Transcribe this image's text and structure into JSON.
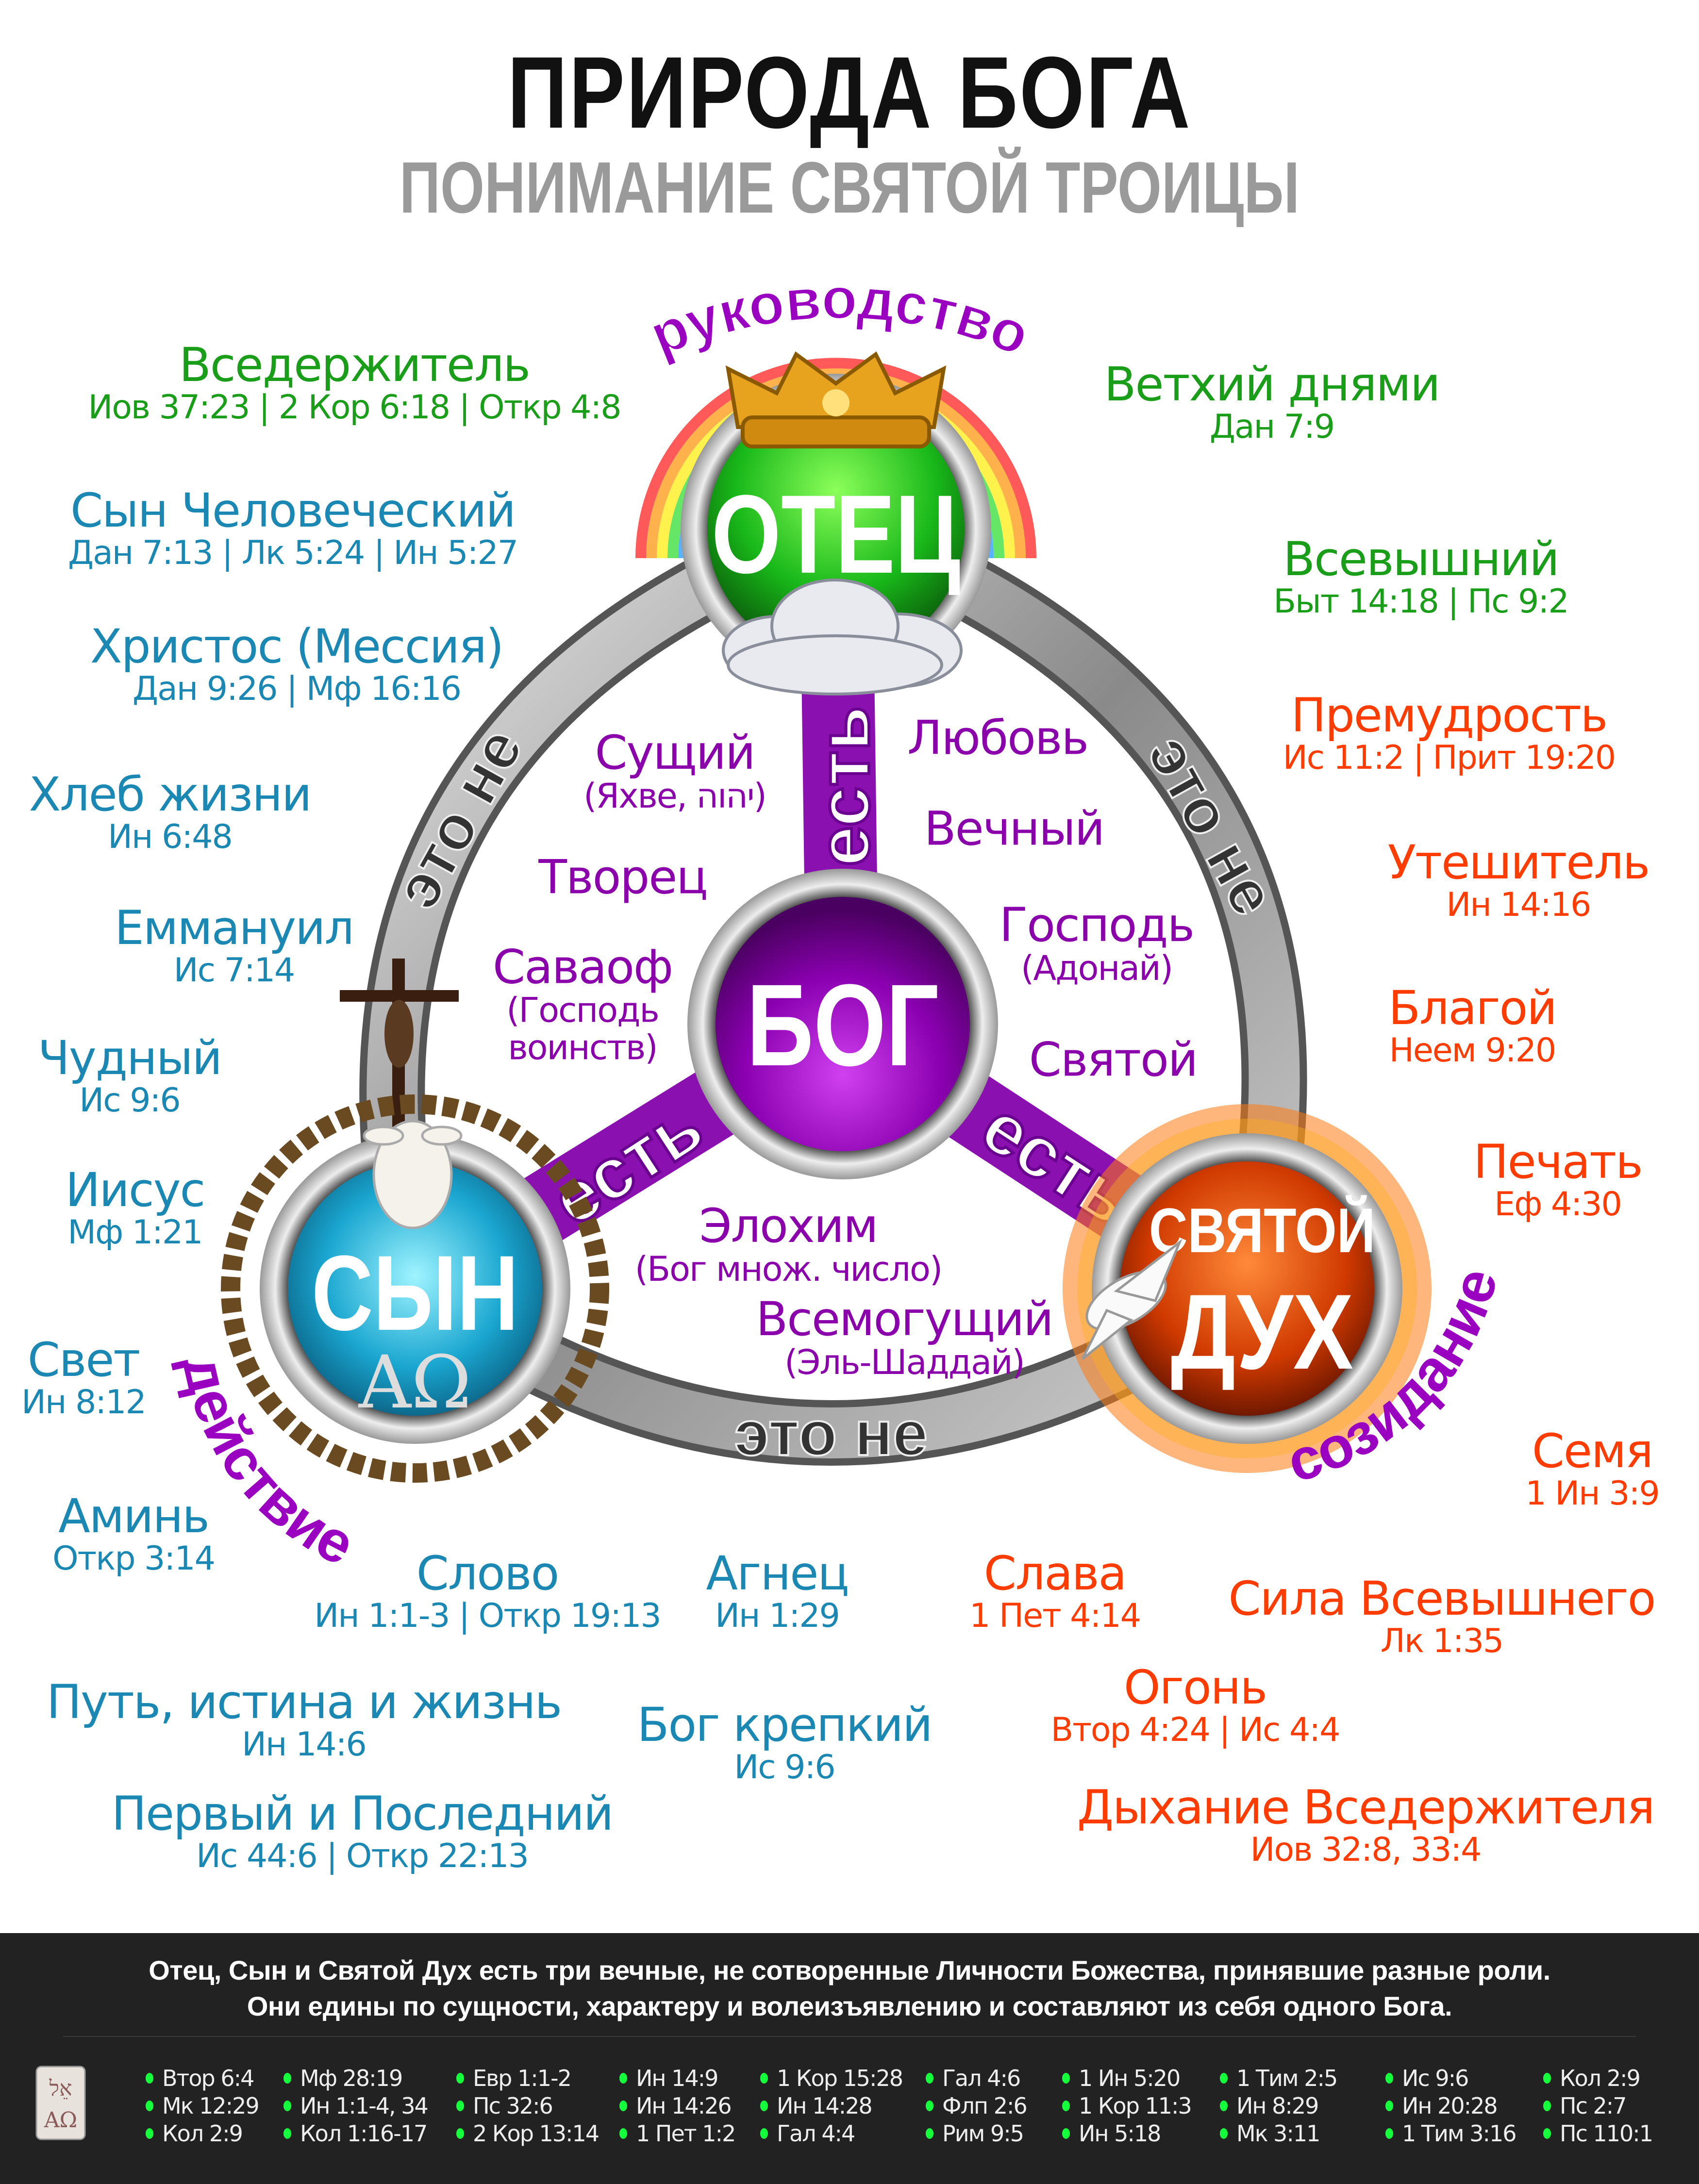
{
  "header": {
    "title": "ПРИРОДА  БОГА",
    "subtitle": "ПОНИМАНИЕ СВЯТОЙ ТРОИЦЫ"
  },
  "colors": {
    "father": "#1a9e1a",
    "son": "#1a88b2",
    "spirit": "#ff3c00",
    "god": "#8a00aa",
    "ring": "#9a9a9a",
    "footer_bg": "#222222",
    "bullet": "#14ff3c"
  },
  "diagram": {
    "father": "ОТЕЦ",
    "god": "БОГ",
    "son": "СЫН",
    "son_symbol": "ΑΩ",
    "spirit_line1": "СВЯТОЙ",
    "spirit_line2": "ДУХ",
    "is_label": "есть",
    "is_not_label": "это не",
    "role_father": "руководство",
    "role_son": "действие",
    "role_spirit": "созидание",
    "icons": [
      "rainbow-icon",
      "crown-icon",
      "cloud-icon",
      "crucifix-icon",
      "lamb-icon",
      "crown-of-thorns-icon",
      "dove-icon",
      "fire-icon"
    ]
  },
  "names": [
    {
      "group": "father",
      "title": "Вседержитель",
      "ref": "Иов 37:23 | 2 Кор 6:18 | Откр 4:8"
    },
    {
      "group": "father",
      "title": "Ветхий днями",
      "ref": "Дан 7:9"
    },
    {
      "group": "father",
      "title": "Всевышний",
      "ref": "Быт 14:18 | Пс 9:2"
    },
    {
      "group": "son",
      "title": "Сын Человеческий",
      "ref": "Дан 7:13 | Лк 5:24 | Ин 5:27"
    },
    {
      "group": "son",
      "title": "Христос (Мессия)",
      "ref": "Дан 9:26 | Мф 16:16"
    },
    {
      "group": "son",
      "title": "Хлеб жизни",
      "ref": "Ин 6:48"
    },
    {
      "group": "son",
      "title": "Еммануил",
      "ref": "Ис 7:14"
    },
    {
      "group": "son",
      "title": "Чудный",
      "ref": "Ис 9:6"
    },
    {
      "group": "son",
      "title": "Иисус",
      "ref": "Мф 1:21"
    },
    {
      "group": "son",
      "title": "Свет",
      "ref": "Ин 8:12"
    },
    {
      "group": "son",
      "title": "Аминь",
      "ref": "Откр 3:14"
    },
    {
      "group": "son",
      "title": "Слово",
      "ref": "Ин 1:1-3 | Откр 19:13"
    },
    {
      "group": "son",
      "title": "Агнец",
      "ref": "Ин 1:29"
    },
    {
      "group": "son",
      "title": "Путь, истина и жизнь",
      "ref": "Ин 14:6"
    },
    {
      "group": "son",
      "title": "Бог крепкий",
      "ref": "Ис 9:6"
    },
    {
      "group": "son",
      "title": "Первый и Последний",
      "ref": "Ис 44:6 | Откр 22:13"
    },
    {
      "group": "spirit",
      "title": "Премудрость",
      "ref": "Ис 11:2 | Прит 19:20"
    },
    {
      "group": "spirit",
      "title": "Утешитель",
      "ref": "Ин 14:16"
    },
    {
      "group": "spirit",
      "title": "Благой",
      "ref": "Неем 9:20"
    },
    {
      "group": "spirit",
      "title": "Печать",
      "ref": "Еф 4:30"
    },
    {
      "group": "spirit",
      "title": "Семя",
      "ref": "1 Ин 3:9"
    },
    {
      "group": "spirit",
      "title": "Сила Всевышнего",
      "ref": "Лк 1:35"
    },
    {
      "group": "spirit",
      "title": "Слава",
      "ref": "1 Пет 4:14"
    },
    {
      "group": "spirit",
      "title": "Огонь",
      "ref": "Втор 4:24 | Ис 4:4"
    },
    {
      "group": "spirit",
      "title": "Дыхание Вседержителя",
      "ref": "Иов 32:8, 33:4"
    },
    {
      "group": "god",
      "title": "Сущий",
      "ref": "(Яхве, יהוה)"
    },
    {
      "group": "god",
      "title": "Любовь",
      "ref": ""
    },
    {
      "group": "god",
      "title": "Вечный",
      "ref": ""
    },
    {
      "group": "god",
      "title": "Творец",
      "ref": ""
    },
    {
      "group": "god",
      "title": "Саваоф",
      "ref": "(Господь воинств)"
    },
    {
      "group": "god",
      "title": "Господь",
      "ref": "(Адонай)"
    },
    {
      "group": "god",
      "title": "Святой",
      "ref": ""
    },
    {
      "group": "god",
      "title": "Элохим",
      "ref": "(Бог множ. число)"
    },
    {
      "group": "god",
      "title": "Всемогущий",
      "ref": "(Эль-Шаддай)"
    }
  ],
  "footer": {
    "statement_line1": "Отец, Сын и Святой Дух есть три вечные, не сотворенные Личности Божества, принявшие разные роли.",
    "statement_line2": "Они едины по сущности, характеру и волеизъявлению и составляют из себя одного Бога.",
    "scroll_icon_text": "אֵל ΑΩ",
    "references": [
      [
        "Втор 6:4",
        "Мк 12:29",
        "Кол 2:9"
      ],
      [
        "Мф 28:19",
        "Ин 1:1-4, 34",
        "Кол 1:16-17"
      ],
      [
        "Евр 1:1-2",
        "Пс 32:6",
        "2 Кор 13:14"
      ],
      [
        "Ин 14:9",
        "Ин 14:26",
        "1 Пет 1:2"
      ],
      [
        "1 Кор 15:28",
        "Ин 14:28",
        "Гал 4:4"
      ],
      [
        "Гал 4:6",
        "Флп 2:6",
        "Рим 9:5"
      ],
      [
        "1 Ин 5:20",
        "1 Кор 11:3",
        "Ин 5:18"
      ],
      [
        "1 Тим 2:5",
        "Ин 8:29",
        "Мк 3:11"
      ],
      [
        "Ис 9:6",
        "Ин 20:28",
        "1 Тим 3:16"
      ],
      [
        "Кол 2:9",
        "Пс 2:7",
        "Пс 110:1"
      ]
    ]
  }
}
